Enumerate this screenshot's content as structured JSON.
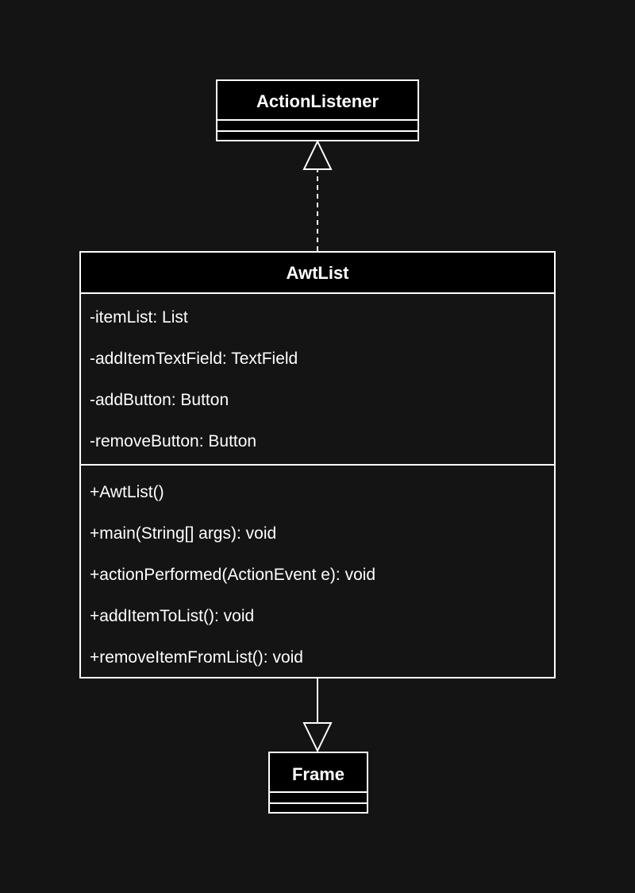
{
  "diagram": {
    "colors": {
      "background": "#141414",
      "header_fill": "#000000",
      "stroke": "#ffffff",
      "text": "#ffffff"
    },
    "classes": {
      "action_listener": {
        "name": "ActionListener",
        "attributes": [],
        "operations": []
      },
      "awtlist": {
        "name": "AwtList",
        "attributes": [
          "-itemList: List",
          "-addItemTextField: TextField",
          "-addButton: Button",
          "-removeButton: Button"
        ],
        "operations": [
          "+AwtList()",
          "+main(String[] args): void",
          "+actionPerformed(ActionEvent e): void",
          "+addItemToList(): void",
          "+removeItemFromList(): void"
        ]
      },
      "frame": {
        "name": "Frame",
        "attributes": [],
        "operations": []
      }
    },
    "relationships": [
      {
        "type": "realization",
        "from": "AwtList",
        "to": "ActionListener",
        "line": "dashed",
        "arrowhead": "hollow-triangle"
      },
      {
        "type": "generalization",
        "from": "AwtList",
        "to": "Frame",
        "line": "solid",
        "arrowhead": "hollow-triangle"
      }
    ]
  }
}
